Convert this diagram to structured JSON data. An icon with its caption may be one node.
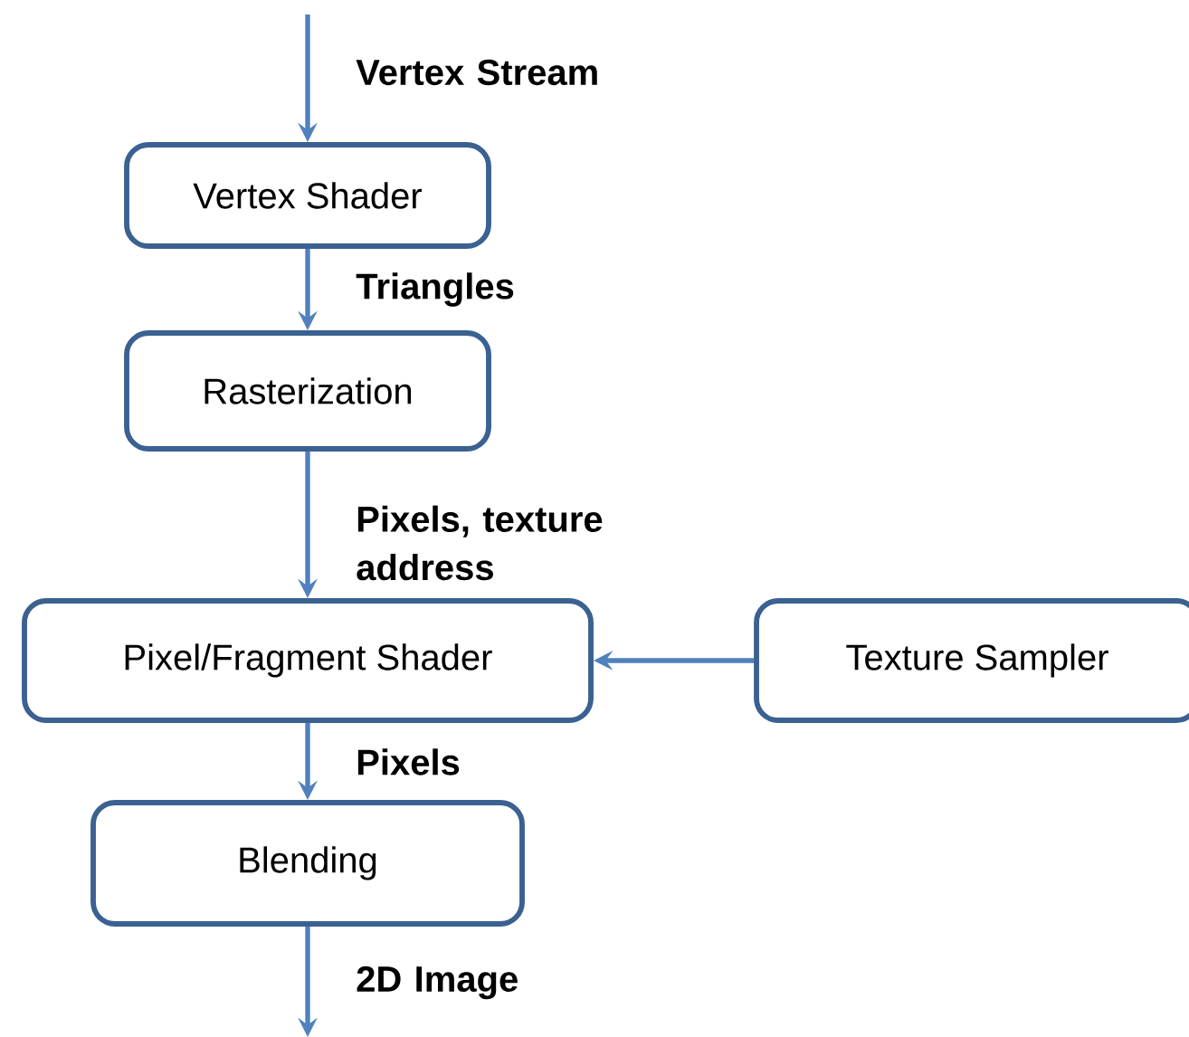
{
  "diagram": {
    "nodes": [
      {
        "text": [
          "Vertex Shader"
        ]
      },
      {
        "text": [
          "Rasterization"
        ]
      },
      {
        "text": [
          "Pixel/Fragment Shader"
        ]
      },
      {
        "text": [
          "Texture Sampler"
        ]
      },
      {
        "text": [
          "Blending"
        ]
      }
    ],
    "edges": [
      {
        "from": null,
        "to": 0,
        "arrow": "to",
        "label": "Vertex Stream"
      },
      {
        "from": 0,
        "to": 1,
        "arrow": "to",
        "label": "Triangles"
      },
      {
        "from": 1,
        "to": 2,
        "arrow": "to",
        "label": "Pixels, texture address"
      },
      {
        "from": 3,
        "to": 2,
        "arrow": "to"
      },
      {
        "from": 2,
        "to": 4,
        "arrow": "to",
        "label": "Pixels"
      },
      {
        "from": 4,
        "to": null,
        "arrow": "to",
        "label": "2D Image"
      }
    ]
  }
}
